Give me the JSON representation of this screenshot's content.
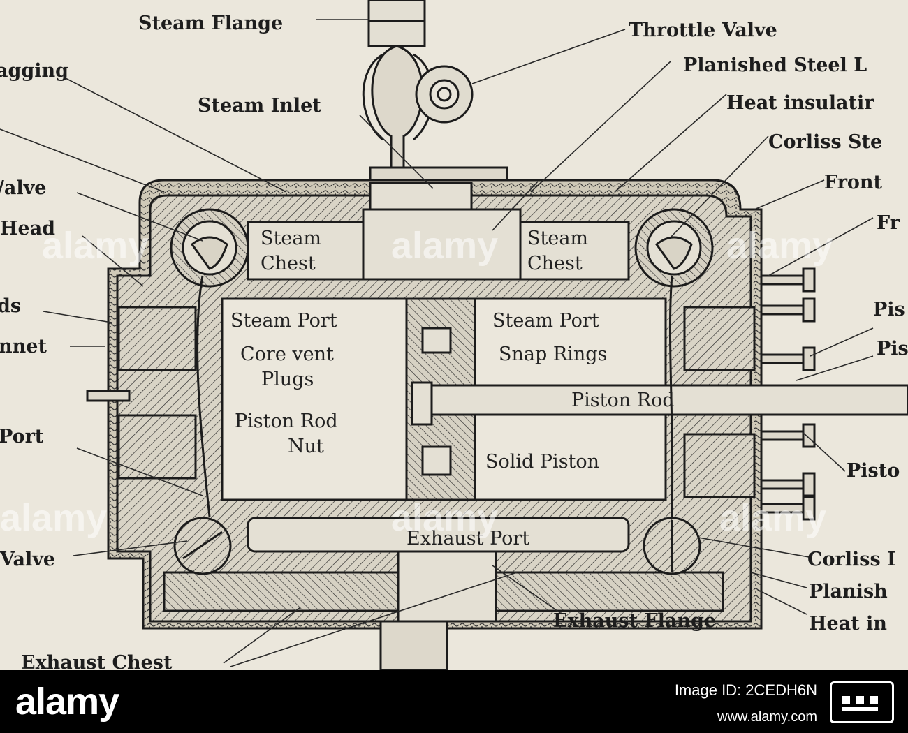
{
  "labels": {
    "steam_flange": "Steam Flange",
    "throttle_valve": "Throttle Valve",
    "planished_steel_top": "Planished Steel L",
    "heat_insulating_top": "Heat insulatir",
    "corliss_steam": "Corliss Ste",
    "front_1": "Front",
    "front_2": "Fr",
    "lagging": "agging",
    "steam_inlet": "Steam Inlet",
    "valve_top": "/alve",
    "head": "Head",
    "steam_chest_left_1": "Steam",
    "steam_chest_left_2": "Chest",
    "steam_chest_right_1": "Steam",
    "steam_chest_right_2": "Chest",
    "ds": "ds",
    "nnet": "nnet",
    "steam_port_left": "Steam Port",
    "core_vent_1": "Core vent",
    "core_vent_2": "Plugs",
    "piston_rod_nut_1": "Piston Rod",
    "piston_rod_nut_2": "Nut",
    "steam_port_right": "Steam Port",
    "snap_rings": "Snap Rings",
    "piston_rod": "Piston Rod",
    "solid_piston": "Solid Piston",
    "pis_1": "Pis",
    "pis_2": "Pis",
    "port": "Port",
    "pisto": "Pisto",
    "valve_bottom": "Valve",
    "exhaust_port": "Exhaust Port",
    "corliss_bottom": "Corliss I",
    "planish_bottom": "Planish",
    "heat_in_bottom": "Heat in",
    "exhaust_flange": "Exhaust Flange",
    "exhaust_chest": "Exhaust Chest"
  },
  "watermark": "alamy",
  "footer": {
    "logo": "alamy",
    "image_id": "Image ID: 2CEDH6N",
    "url": "www.alamy.com"
  },
  "colors": {
    "paper": "#ebe7dc",
    "ink": "#1c1c1c",
    "footer": "#000000"
  }
}
